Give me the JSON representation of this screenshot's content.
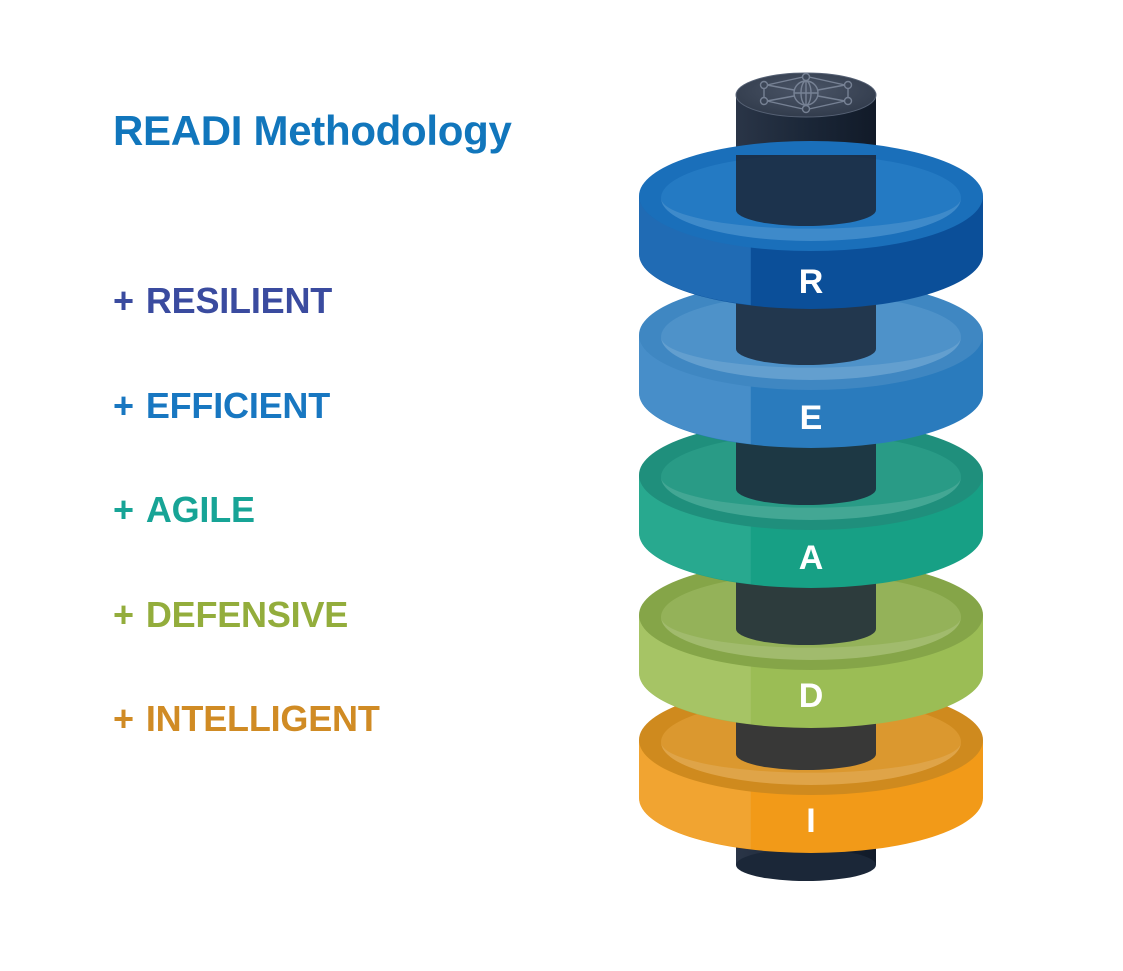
{
  "title": "READI Methodology",
  "items": [
    {
      "prefix": "+",
      "label": "RESILIENT",
      "letter": "R",
      "color": "#3a4b9f",
      "disc": {
        "top": "#1a6fba",
        "side": "#0b4f99",
        "light": "#3a8ed4"
      }
    },
    {
      "prefix": "+",
      "label": "EFFICIENT",
      "letter": "E",
      "color": "#1877c1",
      "disc": {
        "top": "#3f87c2",
        "side": "#2a7bbd",
        "light": "#6aa6d6"
      }
    },
    {
      "prefix": "+",
      "label": "AGILE",
      "letter": "A",
      "color": "#17a496",
      "disc": {
        "top": "#1f8f7c",
        "side": "#17a085",
        "light": "#3db39c"
      }
    },
    {
      "prefix": "+",
      "label": "DEFENSIVE",
      "letter": "D",
      "color": "#93ad3c",
      "disc": {
        "top": "#85a548",
        "side": "#9bbd55",
        "light": "#b3cc7a"
      }
    },
    {
      "prefix": "+",
      "label": "INTELLIGENT",
      "letter": "I",
      "color": "#d08b24",
      "disc": {
        "top": "#cf8a1e",
        "side": "#f29a18",
        "light": "#f0b250"
      }
    }
  ],
  "colors": {
    "pillar": "#1b2738",
    "pillar_top": "#3a4455",
    "icon": "#6b7689"
  },
  "pillar_icon": "network-globe-icon"
}
